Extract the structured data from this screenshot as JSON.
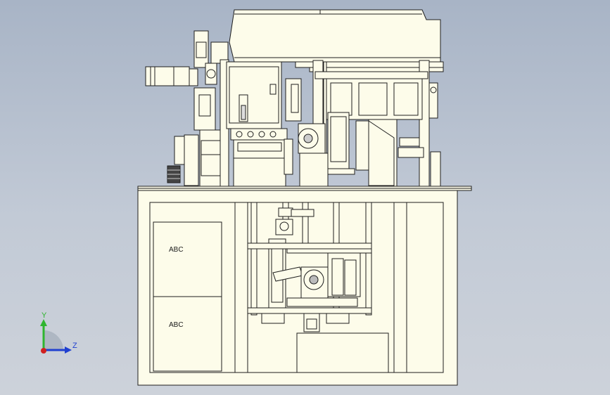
{
  "colors": {
    "background_top": "#a8b4c6",
    "background_bottom": "#cdd2da",
    "part_fill": "#fdfcea",
    "line": "#1e1e1e",
    "axis_y": "#2fb52f",
    "axis_z": "#2040d0",
    "axis_x": "#d02020"
  },
  "labels": {
    "cabinet_upper": "ABC",
    "cabinet_lower": "ABC"
  },
  "triad": {
    "y_label": "Y",
    "z_label": "Z"
  }
}
